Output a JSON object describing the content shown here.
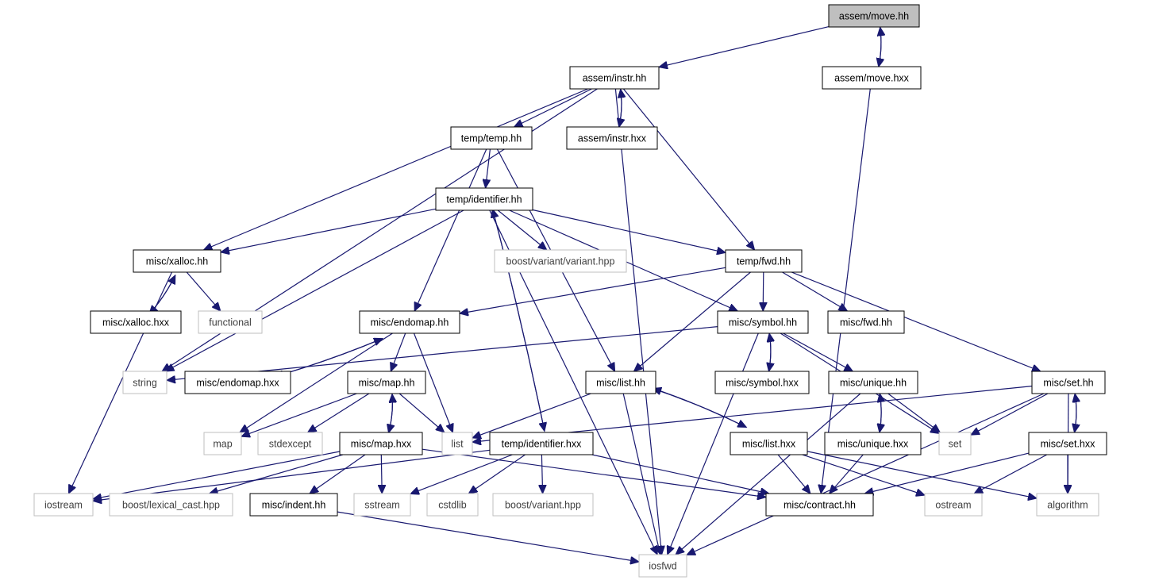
{
  "colors": {
    "edge": "#191970",
    "node_border": "#000000",
    "external_border": "#bfbfbf",
    "external_text": "#404040",
    "root_fill": "#bfbfbf",
    "node_fill": "#ffffff",
    "text": "#000000"
  },
  "nodes": [
    {
      "id": "move_hh",
      "label": "assem/move.hh",
      "kind": "root"
    },
    {
      "id": "instr_hh",
      "label": "assem/instr.hh",
      "kind": "file"
    },
    {
      "id": "move_hxx",
      "label": "assem/move.hxx",
      "kind": "file"
    },
    {
      "id": "temp_hh",
      "label": "temp/temp.hh",
      "kind": "file"
    },
    {
      "id": "instr_hxx",
      "label": "assem/instr.hxx",
      "kind": "file"
    },
    {
      "id": "identifier_hh",
      "label": "temp/identifier.hh",
      "kind": "file"
    },
    {
      "id": "xalloc_hh",
      "label": "misc/xalloc.hh",
      "kind": "file"
    },
    {
      "id": "boost_variant_variant",
      "label": "boost/variant/variant.hpp",
      "kind": "external"
    },
    {
      "id": "temp_fwd_hh",
      "label": "temp/fwd.hh",
      "kind": "file"
    },
    {
      "id": "xalloc_hxx",
      "label": "misc/xalloc.hxx",
      "kind": "file"
    },
    {
      "id": "functional",
      "label": "functional",
      "kind": "external"
    },
    {
      "id": "endomap_hh",
      "label": "misc/endomap.hh",
      "kind": "file"
    },
    {
      "id": "symbol_hh",
      "label": "misc/symbol.hh",
      "kind": "file"
    },
    {
      "id": "misc_fwd_hh",
      "label": "misc/fwd.hh",
      "kind": "file"
    },
    {
      "id": "string",
      "label": "string",
      "kind": "external"
    },
    {
      "id": "endomap_hxx",
      "label": "misc/endomap.hxx",
      "kind": "file"
    },
    {
      "id": "map_hh",
      "label": "misc/map.hh",
      "kind": "file"
    },
    {
      "id": "list_hh",
      "label": "misc/list.hh",
      "kind": "file"
    },
    {
      "id": "symbol_hxx",
      "label": "misc/symbol.hxx",
      "kind": "file"
    },
    {
      "id": "unique_hh",
      "label": "misc/unique.hh",
      "kind": "file"
    },
    {
      "id": "set_hh",
      "label": "misc/set.hh",
      "kind": "file"
    },
    {
      "id": "map",
      "label": "map",
      "kind": "external"
    },
    {
      "id": "stdexcept",
      "label": "stdexcept",
      "kind": "external"
    },
    {
      "id": "list",
      "label": "list",
      "kind": "external"
    },
    {
      "id": "map_hxx",
      "label": "misc/map.hxx",
      "kind": "file"
    },
    {
      "id": "identifier_hxx",
      "label": "temp/identifier.hxx",
      "kind": "file"
    },
    {
      "id": "list_hxx",
      "label": "misc/list.hxx",
      "kind": "file"
    },
    {
      "id": "unique_hxx",
      "label": "misc/unique.hxx",
      "kind": "file"
    },
    {
      "id": "set",
      "label": "set",
      "kind": "external"
    },
    {
      "id": "set_hxx",
      "label": "misc/set.hxx",
      "kind": "file"
    },
    {
      "id": "iostream",
      "label": "iostream",
      "kind": "external"
    },
    {
      "id": "boost_lexical_cast",
      "label": "boost/lexical_cast.hpp",
      "kind": "external"
    },
    {
      "id": "indent_hh",
      "label": "misc/indent.hh",
      "kind": "file"
    },
    {
      "id": "sstream",
      "label": "sstream",
      "kind": "external"
    },
    {
      "id": "cstdlib",
      "label": "cstdlib",
      "kind": "external"
    },
    {
      "id": "boost_variant",
      "label": "boost/variant.hpp",
      "kind": "external"
    },
    {
      "id": "contract_hh",
      "label": "misc/contract.hh",
      "kind": "file"
    },
    {
      "id": "ostream",
      "label": "ostream",
      "kind": "external"
    },
    {
      "id": "algorithm",
      "label": "algorithm",
      "kind": "external"
    },
    {
      "id": "iosfwd",
      "label": "iosfwd",
      "kind": "external"
    }
  ],
  "edges": [
    [
      "move_hh",
      "instr_hh"
    ],
    [
      "move_hh",
      "move_hxx"
    ],
    [
      "move_hxx",
      "move_hh"
    ],
    [
      "move_hxx",
      "contract_hh"
    ],
    [
      "instr_hh",
      "temp_hh"
    ],
    [
      "instr_hh",
      "instr_hxx"
    ],
    [
      "instr_hxx",
      "instr_hh"
    ],
    [
      "instr_hh",
      "xalloc_hh"
    ],
    [
      "instr_hh",
      "string"
    ],
    [
      "instr_hh",
      "temp_fwd_hh"
    ],
    [
      "instr_hh",
      "iosfwd"
    ],
    [
      "temp_hh",
      "identifier_hh"
    ],
    [
      "temp_hh",
      "endomap_hh"
    ],
    [
      "temp_hh",
      "list_hh"
    ],
    [
      "identifier_hh",
      "xalloc_hh"
    ],
    [
      "identifier_hh",
      "boost_variant_variant"
    ],
    [
      "identifier_hh",
      "temp_fwd_hh"
    ],
    [
      "identifier_hh",
      "symbol_hh"
    ],
    [
      "identifier_hh",
      "string"
    ],
    [
      "identifier_hh",
      "identifier_hxx"
    ],
    [
      "identifier_hxx",
      "identifier_hh"
    ],
    [
      "identifier_hh",
      "iosfwd"
    ],
    [
      "xalloc_hh",
      "xalloc_hxx"
    ],
    [
      "xalloc_hxx",
      "xalloc_hh"
    ],
    [
      "xalloc_hh",
      "functional"
    ],
    [
      "xalloc_hh",
      "iostream"
    ],
    [
      "temp_fwd_hh",
      "endomap_hh"
    ],
    [
      "temp_fwd_hh",
      "symbol_hh"
    ],
    [
      "temp_fwd_hh",
      "misc_fwd_hh"
    ],
    [
      "temp_fwd_hh",
      "list_hh"
    ],
    [
      "temp_fwd_hh",
      "set_hh"
    ],
    [
      "endomap_hh",
      "endomap_hxx"
    ],
    [
      "endomap_hxx",
      "endomap_hh"
    ],
    [
      "endomap_hh",
      "map_hh"
    ],
    [
      "endomap_hh",
      "list"
    ],
    [
      "endomap_hh",
      "map"
    ],
    [
      "symbol_hh",
      "symbol_hxx"
    ],
    [
      "symbol_hxx",
      "symbol_hh"
    ],
    [
      "symbol_hh",
      "unique_hh"
    ],
    [
      "symbol_hh",
      "string"
    ],
    [
      "symbol_hh",
      "set"
    ],
    [
      "symbol_hh",
      "iosfwd"
    ],
    [
      "map_hh",
      "map_hxx"
    ],
    [
      "map_hxx",
      "map_hh"
    ],
    [
      "map_hh",
      "map"
    ],
    [
      "map_hh",
      "stdexcept"
    ],
    [
      "map_hh",
      "list"
    ],
    [
      "list_hh",
      "list_hxx"
    ],
    [
      "list_hxx",
      "list_hh"
    ],
    [
      "list_hh",
      "list"
    ],
    [
      "list_hh",
      "iosfwd"
    ],
    [
      "unique_hh",
      "unique_hxx"
    ],
    [
      "unique_hxx",
      "unique_hh"
    ],
    [
      "unique_hh",
      "set"
    ],
    [
      "unique_hh",
      "iosfwd"
    ],
    [
      "unique_hxx",
      "contract_hh"
    ],
    [
      "set_hh",
      "set_hxx"
    ],
    [
      "set_hxx",
      "set_hh"
    ],
    [
      "set_hh",
      "set"
    ],
    [
      "set_hh",
      "list"
    ],
    [
      "set_hh",
      "algorithm"
    ],
    [
      "set_hh",
      "iosfwd"
    ],
    [
      "set_hxx",
      "contract_hh"
    ],
    [
      "set_hxx",
      "ostream"
    ],
    [
      "set_hxx",
      "algorithm"
    ],
    [
      "map_hxx",
      "iostream"
    ],
    [
      "map_hxx",
      "boost_lexical_cast"
    ],
    [
      "map_hxx",
      "indent_hh"
    ],
    [
      "map_hxx",
      "sstream"
    ],
    [
      "map_hxx",
      "contract_hh"
    ],
    [
      "identifier_hxx",
      "iostream"
    ],
    [
      "identifier_hxx",
      "sstream"
    ],
    [
      "identifier_hxx",
      "cstdlib"
    ],
    [
      "identifier_hxx",
      "boost_variant"
    ],
    [
      "identifier_hxx",
      "contract_hh"
    ],
    [
      "list_hxx",
      "contract_hh"
    ],
    [
      "list_hxx",
      "ostream"
    ],
    [
      "list_hxx",
      "algorithm"
    ],
    [
      "indent_hh",
      "iosfwd"
    ]
  ]
}
